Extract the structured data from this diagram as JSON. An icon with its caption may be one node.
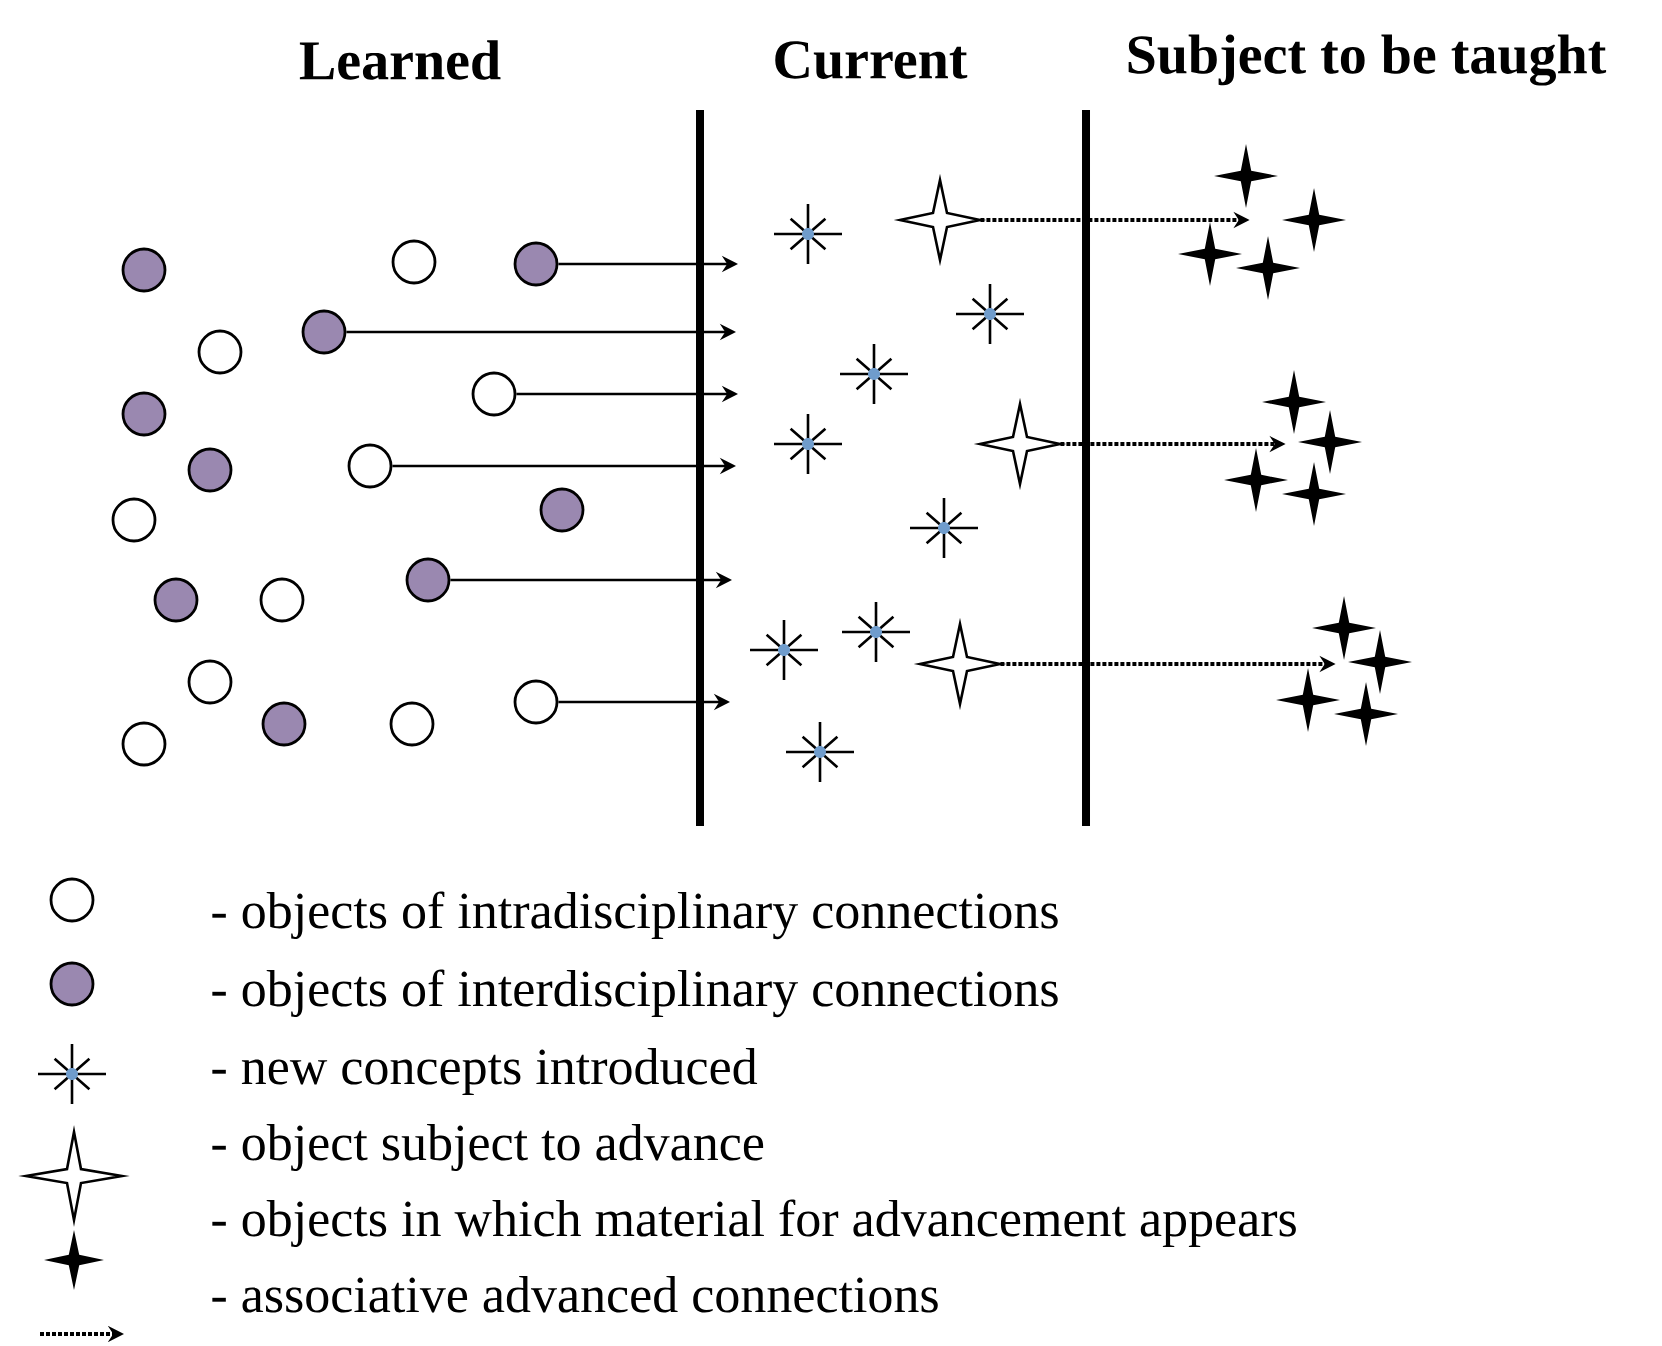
{
  "diagram": {
    "nodes": [
      {
        "text": [],
        "shape": "circle"
      },
      {
        "text": [],
        "shape": "circle"
      },
      {
        "text": [],
        "shape": "circle"
      },
      {
        "text": [],
        "shape": "circle"
      },
      {
        "text": [],
        "shape": "circle"
      },
      {
        "text": [],
        "shape": "circle"
      },
      {
        "text": [],
        "shape": "circle"
      },
      {
        "text": [],
        "shape": "circle"
      },
      {
        "text": [],
        "shape": "circle"
      },
      {
        "text": [],
        "shape": "circle"
      },
      {
        "text": [],
        "shape": "circle"
      },
      {
        "text": [],
        "shape": "circle"
      },
      {
        "text": [],
        "shape": "circle"
      },
      {
        "text": [],
        "shape": "circle"
      },
      {
        "text": [],
        "shape": "circle"
      },
      {
        "text": [],
        "shape": "circle"
      },
      {
        "text": [],
        "shape": "circle"
      },
      {
        "text": [],
        "shape": "circle"
      },
      {
        "text": [],
        "shape": "circle"
      },
      {
        "text": [],
        "shape": "star"
      },
      {
        "text": [],
        "shape": "star"
      },
      {
        "text": [],
        "shape": "star"
      },
      {
        "text": [],
        "shape": "star"
      },
      {
        "text": [],
        "shape": "star"
      },
      {
        "text": [],
        "shape": "star"
      }
    ],
    "edges": [
      {
        "from": 1,
        "to": null,
        "arrow": "to"
      },
      {
        "from": 3,
        "to": null,
        "arrow": "to"
      },
      {
        "from": 5,
        "to": null,
        "arrow": "to"
      },
      {
        "from": 7,
        "to": null,
        "arrow": "to"
      },
      {
        "from": 11,
        "to": null,
        "arrow": "to"
      },
      {
        "from": 15,
        "to": null,
        "arrow": "to"
      },
      {
        "from": 19,
        "to": 22,
        "arrow": "to",
        "style": "dashed"
      },
      {
        "from": 20,
        "to": 23,
        "arrow": "to",
        "style": "dashed"
      },
      {
        "from": 21,
        "to": 24,
        "arrow": "to",
        "style": "dashed"
      }
    ],
    "labels": [
      "Learned",
      "Current",
      "Subject to be taught"
    ],
    "legend": [
      {
        "text": "- objects of intradisciplinary connections"
      },
      {
        "text": "- objects of interdisciplinary connections"
      },
      {
        "text": "- new concepts introduced"
      },
      {
        "text": "- object subject to advance"
      },
      {
        "text": "- objects in which material for advancement appears"
      },
      {
        "text": "- associative advanced connections"
      }
    ]
  }
}
